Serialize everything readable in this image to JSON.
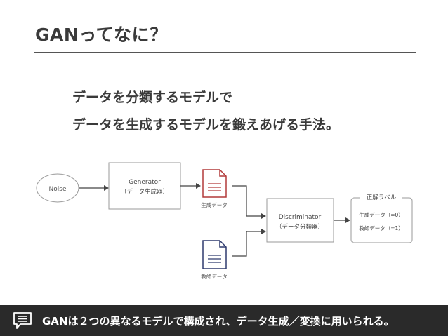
{
  "slide": {
    "title": "GANってなに？",
    "lead_lines": [
      "データを分類するモデルで",
      "データを生成するモデルを鍛えあげる手法。"
    ]
  },
  "diagram": {
    "noise": "Noise",
    "generator": {
      "name": "Generator",
      "sub": "（データ生成器）"
    },
    "generated_doc_label": "生成データ",
    "teacher_doc_label": "教師データ",
    "discriminator": {
      "name": "Discriminator",
      "sub": "（データ分類器）"
    },
    "label_box": {
      "title": "正解ラベル",
      "rows": [
        "生成データ（=0）",
        "教師データ（=1）"
      ]
    },
    "colors": {
      "generated_doc": "#b23a3a",
      "teacher_doc": "#2e3a6e",
      "line": "#444444"
    }
  },
  "footer": {
    "icon": "comment-icon",
    "text": "GANは２つの異なるモデルで構成され、データ生成／変換に用いられる。"
  }
}
